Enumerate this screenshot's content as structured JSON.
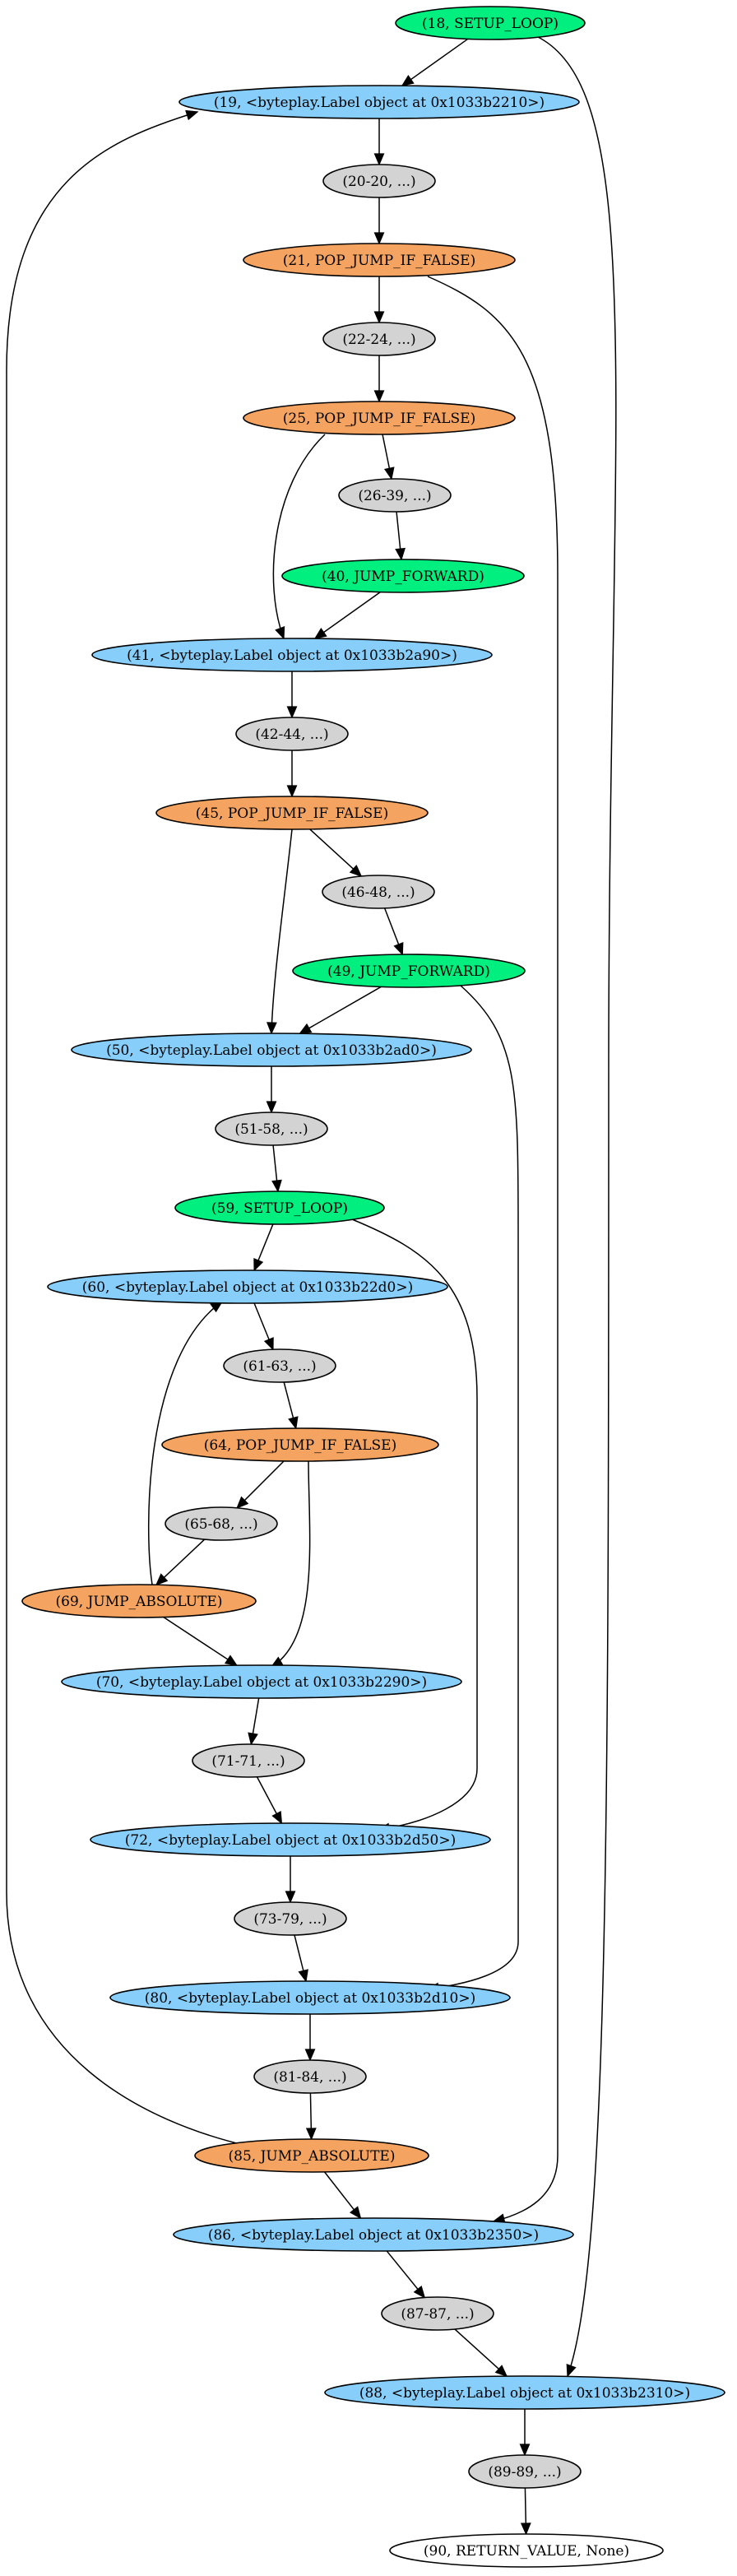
{
  "colors": {
    "setup": "#00ef7f",
    "label": "#87cefa",
    "block": "#d3d3d3",
    "pop_jump": "#f4a460",
    "jump_abs": "#f4a460",
    "jump_fwd": "#00ef7f",
    "return": "#ffffff"
  },
  "nodes": [
    {
      "id": "n18",
      "label": "(18, SETUP_LOOP)",
      "kind": "setup"
    },
    {
      "id": "n19",
      "label": "(19, <byteplay.Label object at 0x1033b2210>)",
      "kind": "label"
    },
    {
      "id": "n20",
      "label": "(20-20, ...)",
      "kind": "block"
    },
    {
      "id": "n21",
      "label": "(21, POP_JUMP_IF_FALSE)",
      "kind": "pop_jump"
    },
    {
      "id": "n22",
      "label": "(22-24, ...)",
      "kind": "block"
    },
    {
      "id": "n25",
      "label": "(25, POP_JUMP_IF_FALSE)",
      "kind": "pop_jump"
    },
    {
      "id": "n26",
      "label": "(26-39, ...)",
      "kind": "block"
    },
    {
      "id": "n40",
      "label": "(40, JUMP_FORWARD)",
      "kind": "jump_fwd"
    },
    {
      "id": "n41",
      "label": "(41, <byteplay.Label object at 0x1033b2a90>)",
      "kind": "label"
    },
    {
      "id": "n42",
      "label": "(42-44, ...)",
      "kind": "block"
    },
    {
      "id": "n45",
      "label": "(45, POP_JUMP_IF_FALSE)",
      "kind": "pop_jump"
    },
    {
      "id": "n46",
      "label": "(46-48, ...)",
      "kind": "block"
    },
    {
      "id": "n49",
      "label": "(49, JUMP_FORWARD)",
      "kind": "jump_fwd"
    },
    {
      "id": "n50",
      "label": "(50, <byteplay.Label object at 0x1033b2ad0>)",
      "kind": "label"
    },
    {
      "id": "n51",
      "label": "(51-58, ...)",
      "kind": "block"
    },
    {
      "id": "n59",
      "label": "(59, SETUP_LOOP)",
      "kind": "setup"
    },
    {
      "id": "n60",
      "label": "(60, <byteplay.Label object at 0x1033b22d0>)",
      "kind": "label"
    },
    {
      "id": "n61",
      "label": "(61-63, ...)",
      "kind": "block"
    },
    {
      "id": "n64",
      "label": "(64, POP_JUMP_IF_FALSE)",
      "kind": "pop_jump"
    },
    {
      "id": "n65",
      "label": "(65-68, ...)",
      "kind": "block"
    },
    {
      "id": "n69",
      "label": "(69, JUMP_ABSOLUTE)",
      "kind": "jump_abs"
    },
    {
      "id": "n70",
      "label": "(70, <byteplay.Label object at 0x1033b2290>)",
      "kind": "label"
    },
    {
      "id": "n71",
      "label": "(71-71, ...)",
      "kind": "block"
    },
    {
      "id": "n72",
      "label": "(72, <byteplay.Label object at 0x1033b2d50>)",
      "kind": "label"
    },
    {
      "id": "n73",
      "label": "(73-79, ...)",
      "kind": "block"
    },
    {
      "id": "n80",
      "label": "(80, <byteplay.Label object at 0x1033b2d10>)",
      "kind": "label"
    },
    {
      "id": "n81",
      "label": "(81-84, ...)",
      "kind": "block"
    },
    {
      "id": "n85",
      "label": "(85, JUMP_ABSOLUTE)",
      "kind": "jump_abs"
    },
    {
      "id": "n86",
      "label": "(86, <byteplay.Label object at 0x1033b2350>)",
      "kind": "label"
    },
    {
      "id": "n87",
      "label": "(87-87, ...)",
      "kind": "block"
    },
    {
      "id": "n88",
      "label": "(88, <byteplay.Label object at 0x1033b2310>)",
      "kind": "label"
    },
    {
      "id": "n89",
      "label": "(89-89, ...)",
      "kind": "block"
    },
    {
      "id": "n90",
      "label": "(90, RETURN_VALUE, None)",
      "kind": "return"
    }
  ],
  "edges": [
    {
      "from": "n18",
      "to": "n19"
    },
    {
      "from": "n18",
      "to": "n88"
    },
    {
      "from": "n19",
      "to": "n20"
    },
    {
      "from": "n20",
      "to": "n21"
    },
    {
      "from": "n21",
      "to": "n22"
    },
    {
      "from": "n21",
      "to": "n86"
    },
    {
      "from": "n22",
      "to": "n25"
    },
    {
      "from": "n25",
      "to": "n26"
    },
    {
      "from": "n25",
      "to": "n41"
    },
    {
      "from": "n26",
      "to": "n40"
    },
    {
      "from": "n40",
      "to": "n41"
    },
    {
      "from": "n41",
      "to": "n42"
    },
    {
      "from": "n42",
      "to": "n45"
    },
    {
      "from": "n45",
      "to": "n46"
    },
    {
      "from": "n45",
      "to": "n50"
    },
    {
      "from": "n46",
      "to": "n49"
    },
    {
      "from": "n49",
      "to": "n50"
    },
    {
      "from": "n49",
      "to": "n80"
    },
    {
      "from": "n50",
      "to": "n51"
    },
    {
      "from": "n51",
      "to": "n59"
    },
    {
      "from": "n59",
      "to": "n60"
    },
    {
      "from": "n59",
      "to": "n72"
    },
    {
      "from": "n60",
      "to": "n61"
    },
    {
      "from": "n61",
      "to": "n64"
    },
    {
      "from": "n64",
      "to": "n65"
    },
    {
      "from": "n64",
      "to": "n70"
    },
    {
      "from": "n65",
      "to": "n69"
    },
    {
      "from": "n69",
      "to": "n60"
    },
    {
      "from": "n69",
      "to": "n70"
    },
    {
      "from": "n70",
      "to": "n71"
    },
    {
      "from": "n71",
      "to": "n72"
    },
    {
      "from": "n72",
      "to": "n73"
    },
    {
      "from": "n73",
      "to": "n80"
    },
    {
      "from": "n80",
      "to": "n81"
    },
    {
      "from": "n81",
      "to": "n85"
    },
    {
      "from": "n85",
      "to": "n19"
    },
    {
      "from": "n85",
      "to": "n86"
    },
    {
      "from": "n86",
      "to": "n87"
    },
    {
      "from": "n87",
      "to": "n88"
    },
    {
      "from": "n88",
      "to": "n89"
    },
    {
      "from": "n89",
      "to": "n90"
    }
  ]
}
